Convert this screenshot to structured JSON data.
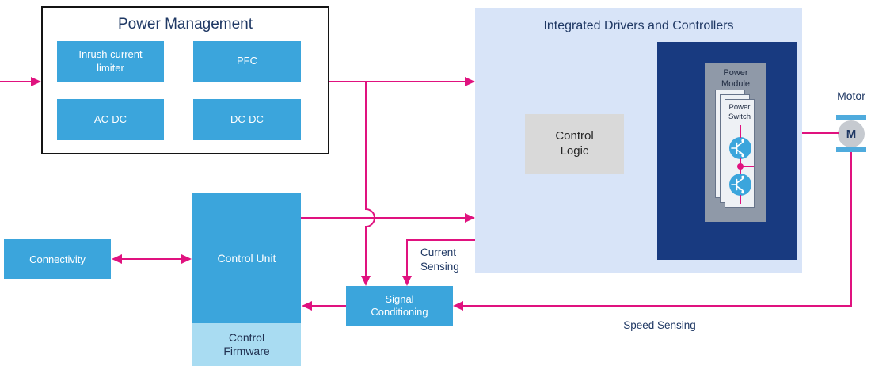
{
  "pm": {
    "title": "Power Management",
    "blocks": [
      {
        "label": "Inrush current limiter"
      },
      {
        "label": "PFC"
      },
      {
        "label": "AC-DC"
      },
      {
        "label": "DC-DC"
      }
    ]
  },
  "panel": {
    "title": "Integrated Drivers and Controllers",
    "control_logic": "Control Logic",
    "power_module": "Power Module",
    "power_switch": "Power Switch"
  },
  "motor": {
    "label": "Motor",
    "symbol": "M"
  },
  "control_unit": {
    "label": "Control Unit"
  },
  "control_firmware": {
    "label": "Control Firmware"
  },
  "connectivity": {
    "label": "Connectivity"
  },
  "signal_conditioning": {
    "label": "Signal Conditioning"
  },
  "annotations": {
    "current_sensing": "Current Sensing",
    "speed_sensing": "Speed Sensing"
  },
  "colors": {
    "accent": "#E0127F",
    "block_blue": "#3BA5DC",
    "firmware_blue": "#A9DCF2",
    "panel_bg": "#D8E4F8",
    "navy_box": "#183A80",
    "module_gray": "#8F99A8",
    "card_bg": "#EEF1F5",
    "card_border": "#67748A",
    "logic_gray": "#D9D9D9",
    "text_navy": "#1F3864",
    "text_dark": "#262626",
    "motor_gray": "#C6CAD0",
    "motor_bar_blue": "#4FABDD",
    "border_black": "#141414"
  }
}
